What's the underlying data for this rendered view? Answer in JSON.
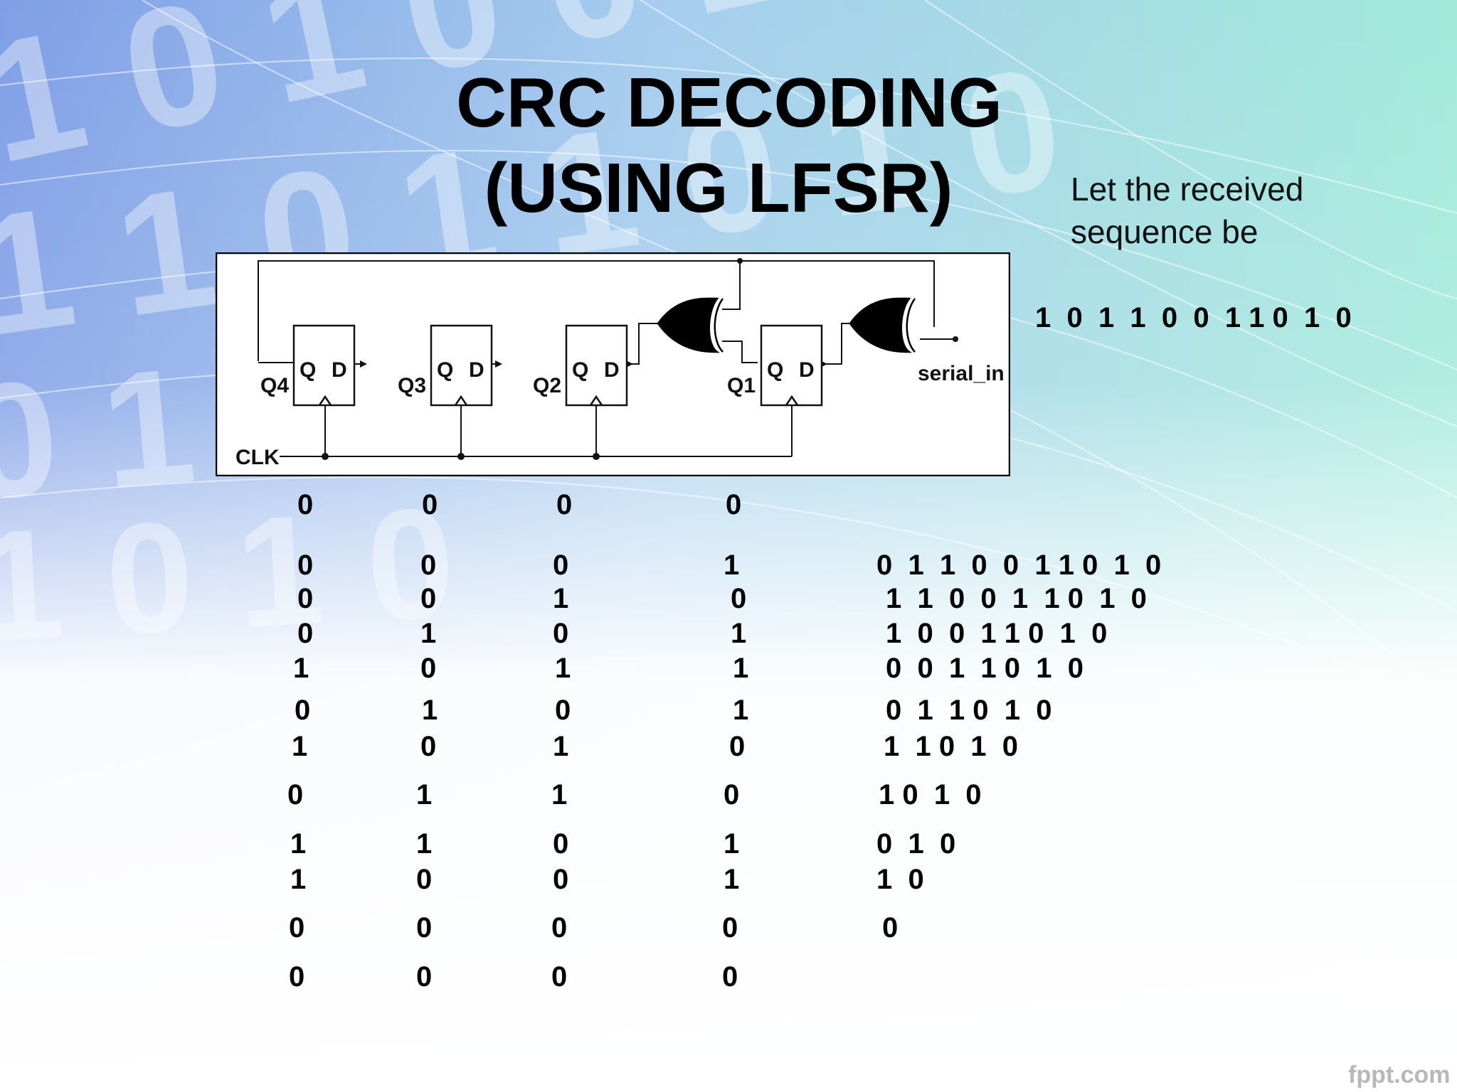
{
  "slide": {
    "title_line1": "CRC  DECODING",
    "title_line2": "(USING LFSR)",
    "intro_line1": "Let the received",
    "intro_line2": "sequence be",
    "received_sequence": "1  0  1  1  0  0  1 1 0  1  0",
    "watermark": "fppt.com"
  },
  "circuit": {
    "labels": {
      "q4": "Q4",
      "q3": "Q3",
      "q2": "Q2",
      "q1": "Q1",
      "q": "Q",
      "d": "D",
      "serial_in": "serial_in",
      "clk": "CLK"
    }
  },
  "table": {
    "rows": [
      {
        "q4": "0",
        "q3": "0",
        "q2": "0",
        "q1": "0",
        "rem": ""
      },
      {
        "q4": "0",
        "q3": "0",
        "q2": "0",
        "q1": "1",
        "rem": "0  1  1  0  0  1 1 0  1  0"
      },
      {
        "q4": "0",
        "q3": "0",
        "q2": "1",
        "q1": "0",
        "rem": "1  1  0  0  1  1 0  1  0"
      },
      {
        "q4": "0",
        "q3": "1",
        "q2": "0",
        "q1": "1",
        "rem": "1  0  0  1 1 0  1  0"
      },
      {
        "q4": "1",
        "q3": "0",
        "q2": "1",
        "q1": "1",
        "rem": "0  0  1  1 0  1  0"
      },
      {
        "q4": "0",
        "q3": "1",
        "q2": "0",
        "q1": "1",
        "rem": "0  1  1 0  1  0"
      },
      {
        "q4": "1",
        "q3": "0",
        "q2": "1",
        "q1": "0",
        "rem": "1  1 0  1  0"
      },
      {
        "q4": "0",
        "q3": "1",
        "q2": "1",
        "q1": "0",
        "rem": "1 0  1  0"
      },
      {
        "q4": "1",
        "q3": "1",
        "q2": "0",
        "q1": "1",
        "rem": "0  1  0"
      },
      {
        "q4": "1",
        "q3": "0",
        "q2": "0",
        "q1": "1",
        "rem": "1  0"
      },
      {
        "q4": "0",
        "q3": "0",
        "q2": "0",
        "q1": "0",
        "rem": "0"
      },
      {
        "q4": "0",
        "q3": "0",
        "q2": "0",
        "q1": "0",
        "rem": ""
      }
    ]
  },
  "colors": {
    "bg_top_left": "#7f9ee6",
    "bg_mid": "#a9d3ec",
    "bg_top_right": "#9fe6d8",
    "bg_bottom": "#ffffff",
    "text": "#000000",
    "watermark": "#b8b8b8"
  }
}
